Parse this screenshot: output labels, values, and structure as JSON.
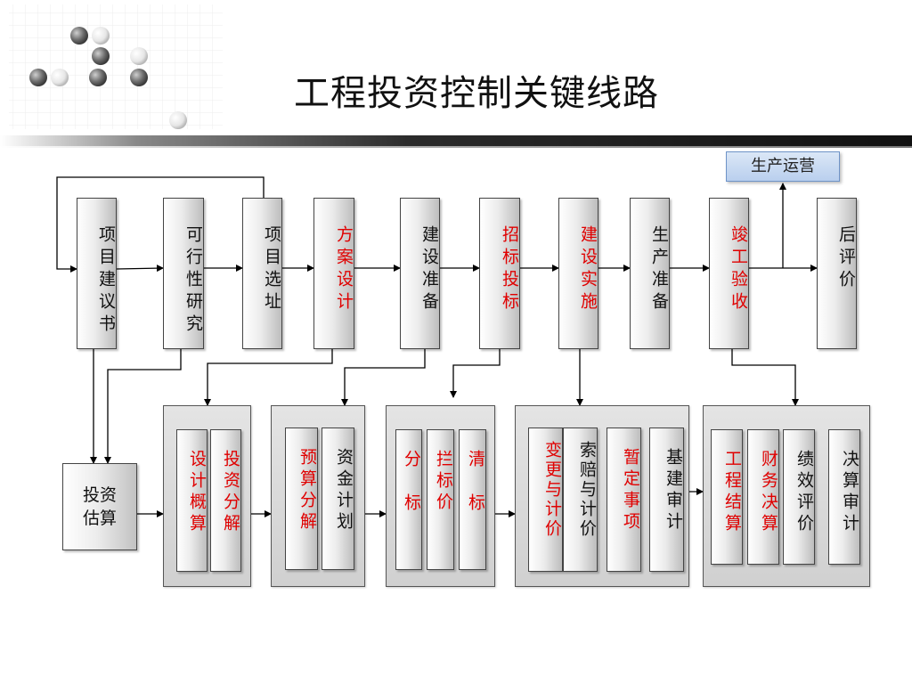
{
  "title": "工程投资控制关键线路",
  "top_row": [
    {
      "id": "xiangmujianyishu",
      "text": "项目建议书",
      "red": false
    },
    {
      "id": "kexingxingyanjiu",
      "text": "可行性研究",
      "red": false
    },
    {
      "id": "xiangmuxuanzhi",
      "text": "项目选址",
      "red": false
    },
    {
      "id": "fanganshiji",
      "text": "方案设计",
      "red": true
    },
    {
      "id": "jianshezhunbei",
      "text": "建设准备",
      "red": false
    },
    {
      "id": "zhaobiaotoubiao",
      "text": "招标投标",
      "red": true
    },
    {
      "id": "jiansheshishi",
      "text": "建设实施",
      "red": true
    },
    {
      "id": "shengchanzhunbei",
      "text": "生产准备",
      "red": false
    },
    {
      "id": "jungongyanshou",
      "text": "竣工验收",
      "red": true
    },
    {
      "id": "houpingjia",
      "text": "后评价",
      "red": false
    }
  ],
  "production_box": "生产运营",
  "estimate_box": "投资估算",
  "groups": [
    {
      "items": [
        {
          "text": "设计概算",
          "red": true
        },
        {
          "text": "投资分解",
          "red": true
        }
      ]
    },
    {
      "items": [
        {
          "text": "预算分解",
          "red": true
        },
        {
          "text": "资金计划",
          "red": false
        }
      ]
    },
    {
      "items": [
        {
          "text": "分标",
          "red": true
        },
        {
          "text": "拦标价",
          "red": true
        },
        {
          "text": "清标",
          "red": true
        }
      ]
    },
    {
      "items": [
        {
          "text": "变更与计价",
          "red": true
        },
        {
          "text": "索赔与计价",
          "red": false
        },
        {
          "text": "暂定事项",
          "red": true
        },
        {
          "text": "基建审计",
          "red": false
        }
      ]
    },
    {
      "items": [
        {
          "text": "工程结算",
          "red": true
        },
        {
          "text": "财务决算",
          "red": true
        },
        {
          "text": "绩效评价",
          "red": false
        },
        {
          "text": "决算审计",
          "red": false
        }
      ]
    }
  ],
  "colors": {
    "red_text": "#e00000",
    "production_fill": "#c6d8f1"
  }
}
